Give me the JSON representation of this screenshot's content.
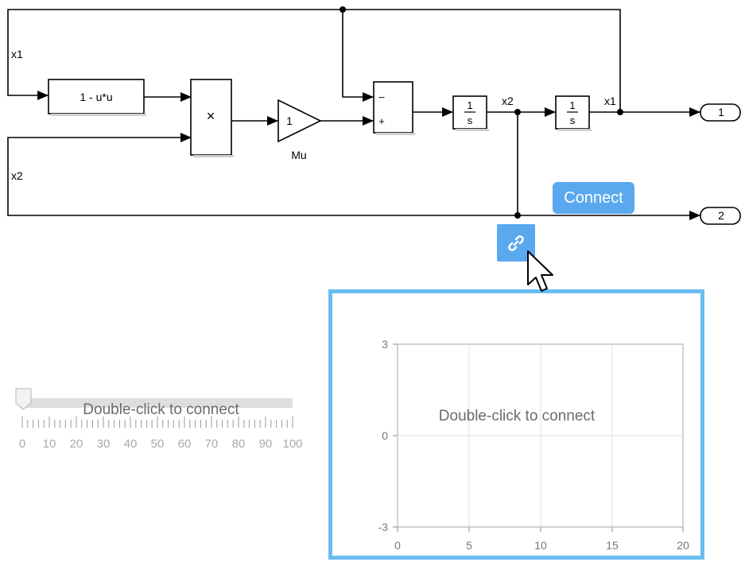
{
  "diagram": {
    "signals": {
      "x1_top": "x1",
      "x2_left": "x2",
      "x2_mid": "x2",
      "x1_mid": "x1"
    },
    "blocks": {
      "fcn": "1 - u*u",
      "product": "×",
      "gain_value": "1",
      "gain_name": "Mu",
      "sum_minus": "–",
      "sum_plus": "+",
      "integrator1_num": "1",
      "integrator1_den": "s",
      "integrator2_num": "1",
      "integrator2_den": "s",
      "outport1": "1",
      "outport2": "2"
    },
    "connect_button": "Connect"
  },
  "knob": {
    "hint": "Double-click to connect",
    "scale_labels": [
      "0",
      "10",
      "20",
      "30",
      "40",
      "50",
      "60",
      "70",
      "80",
      "90",
      "100"
    ]
  },
  "scope": {
    "hint": "Double-click to connect",
    "y_ticks": [
      "3",
      "0",
      "-3"
    ],
    "x_ticks": [
      "0",
      "5",
      "10",
      "15",
      "20"
    ]
  }
}
